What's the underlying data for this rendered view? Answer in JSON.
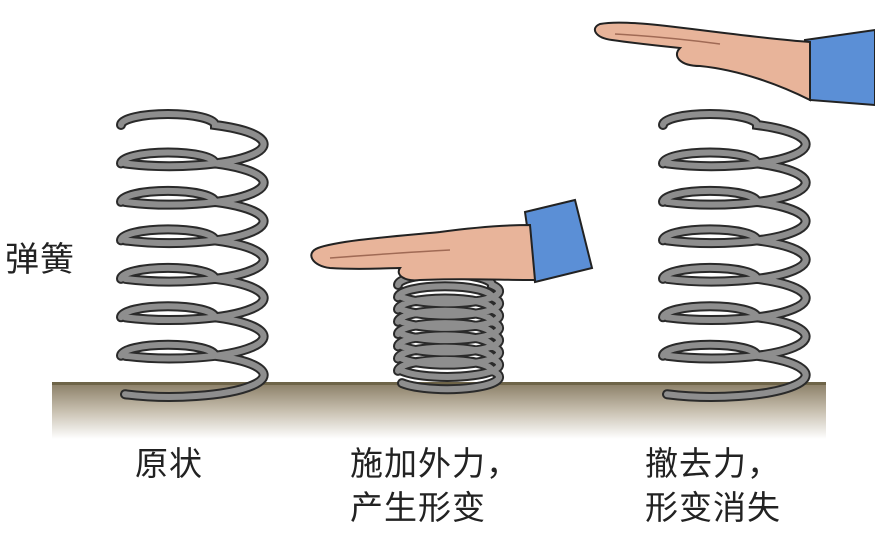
{
  "spring_label": "弹簧",
  "panels": [
    {
      "lines": [
        "原状"
      ],
      "coils": 7,
      "state": "original"
    },
    {
      "lines": [
        "施加外力，",
        "产生形变"
      ],
      "coils": 8,
      "state": "compressed"
    },
    {
      "lines": [
        "撤去力，",
        "形变消失"
      ],
      "coils": 7,
      "state": "released"
    }
  ],
  "colors": {
    "spring": "#8e8e8e",
    "outline": "#2a2a2a",
    "ground_top": "#7d7259",
    "skin": "#e8b49a",
    "sleeve": "#5b8fd6"
  }
}
